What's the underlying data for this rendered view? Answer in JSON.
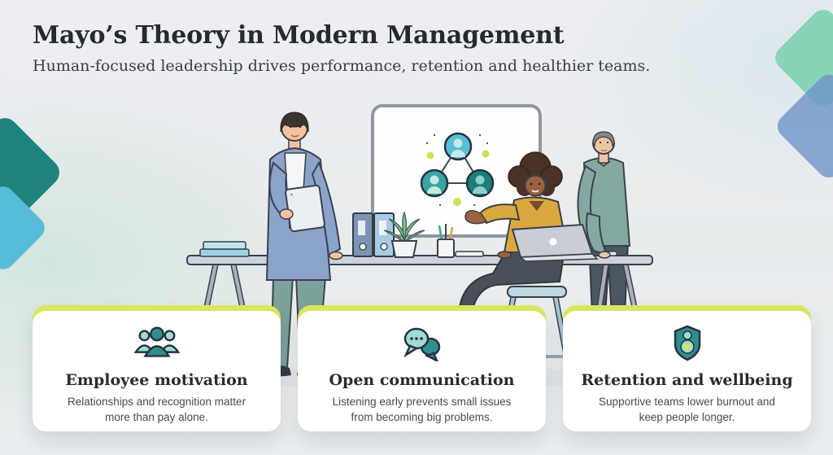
{
  "header": {
    "title": "Mayo’s Theory in Modern Management",
    "subtitle": "Human-focused leadership drives performance, retention and healthier teams."
  },
  "illustration": {
    "alt": "Three colleagues in an office: a presenter with a tablet stands beside a whiteboard showing three connected team-member avatars, a seated woman gestures toward the board, and a colleague stands working at a laptop on a shared desk with books, binders and a plant."
  },
  "cards": [
    {
      "icon": "team-people-icon",
      "title": "Employee motivation",
      "description": "Relationships and recognition matter more than pay alone."
    },
    {
      "icon": "chat-bubbles-icon",
      "title": "Open communication",
      "description": "Listening early prevents small issues from becoming big problems."
    },
    {
      "icon": "shield-person-heart-icon",
      "title": "Retention and wellbeing",
      "description": "Supportive teams lower burnout and keep people longer."
    }
  ],
  "colors": {
    "accent_lime": "#d9e55f",
    "card_bg": "#ffffff",
    "teal_dark": "#1a7f79",
    "teal": "#2e8f8d",
    "teal_light": "#9fdcd2",
    "cyan_node": "#58bfd3",
    "blazer_blue": "#8ca4c9",
    "shirt_sage": "#85a9a2",
    "top_yellow": "#d9a93f",
    "title_text": "#26292f",
    "body_text": "#454a51"
  }
}
